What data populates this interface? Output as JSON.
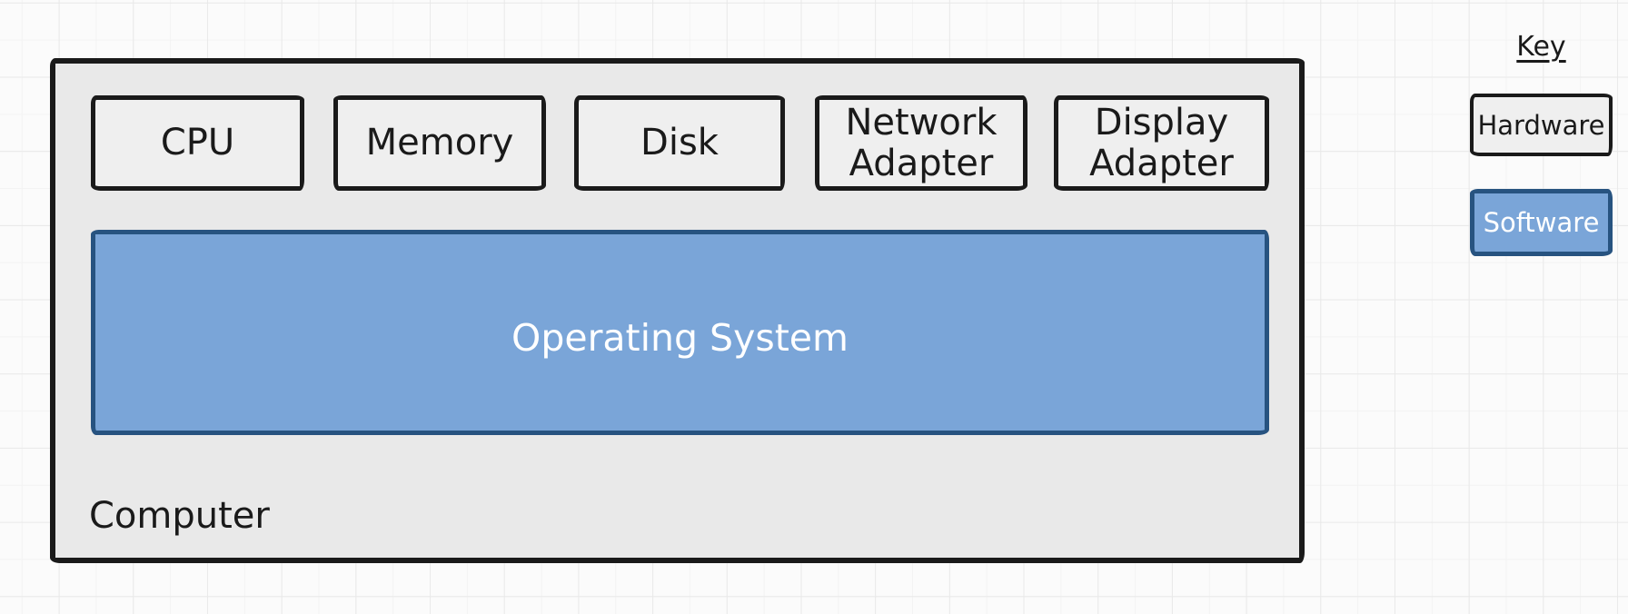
{
  "diagram": {
    "computer": {
      "label": "Computer",
      "hardware": [
        {
          "label": "CPU"
        },
        {
          "label": "Memory"
        },
        {
          "label": "Disk"
        },
        {
          "label": "Network Adapter"
        },
        {
          "label": "Display Adapter"
        }
      ],
      "os": {
        "label": "Operating System"
      }
    },
    "key": {
      "title": "Key",
      "hardware_label": "Hardware",
      "software_label": "Software"
    }
  },
  "colors": {
    "canvas_bg": "#fbfbfb",
    "grid_minor": "#f3f3f3",
    "grid_major": "#e9e9e9",
    "outer_fill": "#e9e9e9",
    "hardware_fill": "#efefef",
    "hardware_border": "#1a1a1a",
    "software_fill": "#7aa5d8",
    "software_border": "#275380",
    "text_dark": "#1a1a1a",
    "text_light": "#ffffff"
  }
}
